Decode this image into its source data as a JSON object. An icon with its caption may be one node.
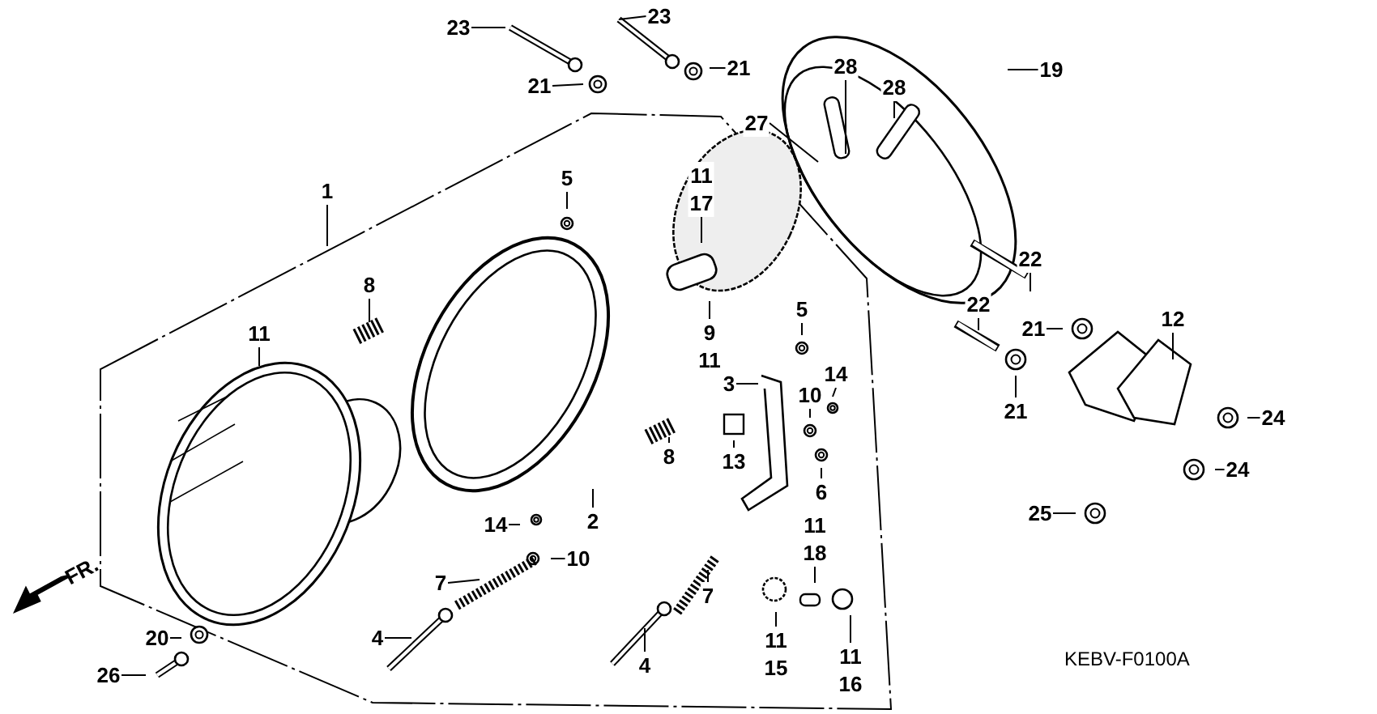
{
  "diagram": {
    "nodes": [
      {
        "text": [
          "23"
        ]
      },
      {
        "text": [
          "23"
        ]
      },
      {
        "text": [
          "21"
        ]
      },
      {
        "text": [
          "21"
        ]
      },
      {
        "text": [
          "1"
        ]
      },
      {
        "text": [
          "5"
        ]
      },
      {
        "text": [
          "11",
          "17"
        ]
      },
      {
        "text": [
          "8"
        ]
      },
      {
        "text": [
          "11"
        ]
      },
      {
        "text": [
          "19"
        ]
      },
      {
        "text": [
          "28"
        ]
      },
      {
        "text": [
          "28"
        ]
      },
      {
        "text": [
          "27"
        ]
      },
      {
        "text": [
          "9",
          "11"
        ]
      },
      {
        "text": [
          "5"
        ]
      },
      {
        "text": [
          "3"
        ]
      },
      {
        "text": [
          "14"
        ]
      },
      {
        "text": [
          "10"
        ]
      },
      {
        "text": [
          "13"
        ]
      },
      {
        "text": [
          "6"
        ]
      },
      {
        "text": [
          "11",
          "18"
        ]
      },
      {
        "text": [
          "11",
          "15"
        ]
      },
      {
        "text": [
          "11",
          "16"
        ]
      },
      {
        "text": [
          "7"
        ]
      },
      {
        "text": [
          "22"
        ]
      },
      {
        "text": [
          "22"
        ]
      },
      {
        "text": [
          "21"
        ]
      },
      {
        "text": [
          "21"
        ]
      },
      {
        "text": [
          "12"
        ]
      },
      {
        "text": [
          "24"
        ]
      },
      {
        "text": [
          "24"
        ]
      },
      {
        "text": [
          "25"
        ]
      },
      {
        "text": [
          "2"
        ]
      },
      {
        "text": [
          "14"
        ]
      },
      {
        "text": [
          "10"
        ]
      },
      {
        "text": [
          "7"
        ]
      },
      {
        "text": [
          "4"
        ]
      },
      {
        "text": [
          "4"
        ]
      },
      {
        "text": [
          "20"
        ]
      },
      {
        "text": [
          "26"
        ]
      },
      {
        "text": [
          "8"
        ]
      }
    ],
    "edges": [
      {
        "from": 0,
        "to": null,
        "arrow": "none"
      },
      {
        "from": 1,
        "to": null,
        "arrow": "none"
      },
      {
        "from": 2,
        "to": null,
        "arrow": "none"
      },
      {
        "from": 3,
        "to": null,
        "arrow": "none"
      },
      {
        "from": 4,
        "to": null,
        "arrow": "none"
      },
      {
        "from": 5,
        "to": null,
        "arrow": "none"
      },
      {
        "from": 6,
        "to": null,
        "arrow": "none"
      },
      {
        "from": 7,
        "to": null,
        "arrow": "none"
      },
      {
        "from": 8,
        "to": null,
        "arrow": "none"
      },
      {
        "from": 9,
        "to": null,
        "arrow": "none"
      },
      {
        "from": 10,
        "to": null,
        "arrow": "none"
      },
      {
        "from": 11,
        "to": null,
        "arrow": "none"
      },
      {
        "from": 12,
        "to": null,
        "arrow": "none"
      },
      {
        "from": 13,
        "to": null,
        "arrow": "none"
      },
      {
        "from": 14,
        "to": null,
        "arrow": "none"
      },
      {
        "from": 15,
        "to": null,
        "arrow": "none"
      },
      {
        "from": 16,
        "to": null,
        "arrow": "none"
      },
      {
        "from": 17,
        "to": null,
        "arrow": "none"
      },
      {
        "from": 18,
        "to": null,
        "arrow": "none"
      },
      {
        "from": 19,
        "to": null,
        "arrow": "none"
      },
      {
        "from": 20,
        "to": null,
        "arrow": "none"
      },
      {
        "from": 21,
        "to": null,
        "arrow": "none"
      },
      {
        "from": 22,
        "to": null,
        "arrow": "none"
      },
      {
        "from": 23,
        "to": null,
        "arrow": "none"
      },
      {
        "from": 24,
        "to": null,
        "arrow": "none"
      },
      {
        "from": 25,
        "to": null,
        "arrow": "none"
      },
      {
        "from": 26,
        "to": null,
        "arrow": "none"
      },
      {
        "from": 27,
        "to": null,
        "arrow": "none"
      },
      {
        "from": 28,
        "to": null,
        "arrow": "none"
      },
      {
        "from": 29,
        "to": null,
        "arrow": "none"
      },
      {
        "from": 30,
        "to": null,
        "arrow": "none"
      },
      {
        "from": 31,
        "to": null,
        "arrow": "none"
      },
      {
        "from": 32,
        "to": null,
        "arrow": "none"
      },
      {
        "from": 33,
        "to": null,
        "arrow": "none"
      },
      {
        "from": 34,
        "to": null,
        "arrow": "none"
      },
      {
        "from": 35,
        "to": null,
        "arrow": "none"
      },
      {
        "from": 36,
        "to": null,
        "arrow": "none"
      },
      {
        "from": 37,
        "to": null,
        "arrow": "none"
      },
      {
        "from": 38,
        "to": null,
        "arrow": "none"
      },
      {
        "from": 39,
        "to": null,
        "arrow": "none"
      },
      {
        "from": 40,
        "to": null,
        "arrow": "none"
      }
    ],
    "labels": [
      "FR.",
      "KEBV-F0100A"
    ]
  }
}
